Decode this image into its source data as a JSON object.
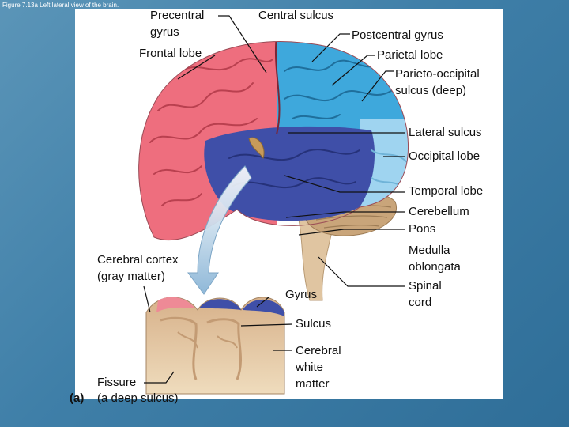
{
  "caption": "Figure 7.13a Left lateral view of the brain.",
  "labels": {
    "precentral_gyrus_1": "Precentral",
    "precentral_gyrus_2": "gyrus",
    "central_sulcus": "Central sulcus",
    "postcentral_gyrus": "Postcentral gyrus",
    "frontal_lobe": "Frontal lobe",
    "parietal_lobe": "Parietal lobe",
    "parieto_occipital_1": "Parieto-occipital",
    "parieto_occipital_2": "sulcus (deep)",
    "lateral_sulcus": "Lateral sulcus",
    "occipital_lobe": "Occipital lobe",
    "temporal_lobe": "Temporal lobe",
    "cerebellum": "Cerebellum",
    "pons": "Pons",
    "medulla_1": "Medulla",
    "medulla_2": "oblongata",
    "spinal_cord_1": "Spinal",
    "spinal_cord_2": "cord",
    "cerebral_cortex_1": "Cerebral cortex",
    "cerebral_cortex_2": "(gray matter)",
    "gyrus": "Gyrus",
    "sulcus": "Sulcus",
    "white_matter_1": "Cerebral",
    "white_matter_2": "white",
    "white_matter_3": "matter",
    "fissure_1": "Fissure",
    "fissure_2": "(a deep sulcus)",
    "part_letter": "(a)"
  },
  "colors": {
    "frontal_lobe": "#ee6e7e",
    "parietal_lobe": "#3ea8dc",
    "occipital_lobe": "#9fd4f0",
    "temporal_lobe": "#3f4fa8",
    "cerebellum": "#c9a57a",
    "brainstem": "#e0c5a1",
    "gray_matter": "#cda57e",
    "white_matter": "#f3e5cc",
    "background": "#3f7fa8"
  }
}
